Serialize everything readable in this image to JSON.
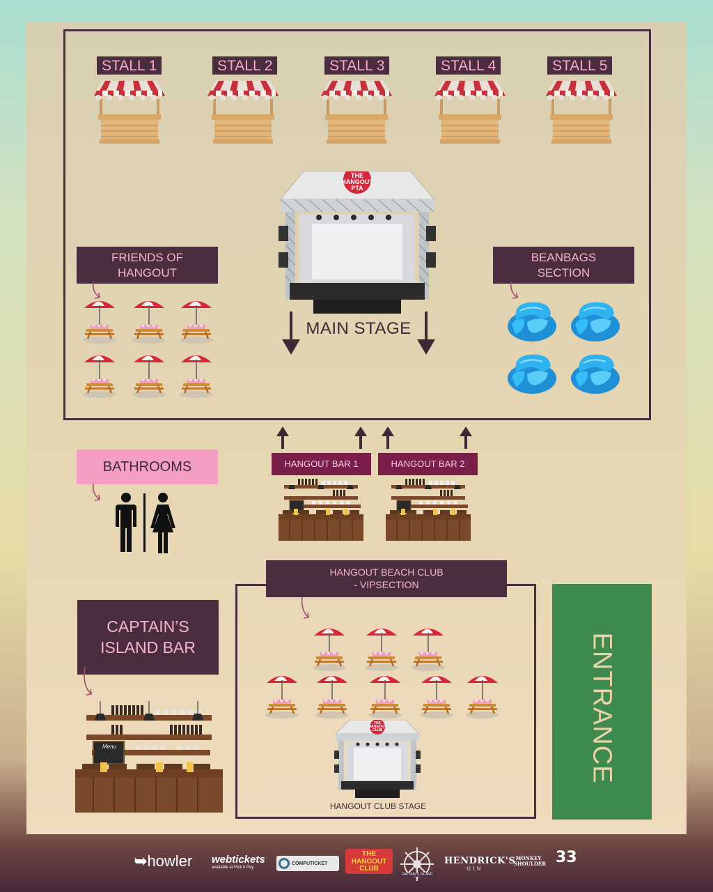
{
  "stalls": [
    "STALL 1",
    "STALL 2",
    "STALL 3",
    "STALL 4",
    "STALL 5"
  ],
  "main_stage": {
    "label": "MAIN STAGE",
    "sign": "THE HANGOUT PTA"
  },
  "friends": {
    "label": "FRIENDS OF\nHANGOUT"
  },
  "beanbags": {
    "label": "BEANBAGS\nSECTION"
  },
  "bathrooms": {
    "label": "BATHROOMS"
  },
  "bars": [
    "HANGOUT BAR 1",
    "HANGOUT BAR 2"
  ],
  "beach_club": {
    "label": "HANGOUT BEACH CLUB\n- VIPSECTION",
    "stage_label": "HANGOUT CLUB STAGE",
    "stage_sign": "THE HANGOUT CLUB"
  },
  "captains": {
    "label": "CAPTAIN’S\nISLAND BAR",
    "menu": "Menu"
  },
  "entrance": {
    "label": "ENTRANCE"
  },
  "sponsors": {
    "howler": "howler",
    "webtickets": "webtickets",
    "webtickets_sub": "available at Pick n Pay",
    "computicket": "COMPUTICKET",
    "hangout_club": "THE HANGOUT CLUB",
    "captains_island": "CAPTAIN'S ISLAND",
    "hendricks": "HENDRICK'S",
    "hendricks_sub": "GIN",
    "monkey": "MONKEY SHOULDER",
    "thirtythree": "33"
  },
  "colors": {
    "plum": "#4a2d3f",
    "pink_text": "#f4b7c9",
    "bathroom_bg": "#f59ec4",
    "entrance_bg": "#3f8a4e",
    "entrance_text": "#e8d3a8",
    "bar_label_bg": "#7a1f4a"
  }
}
